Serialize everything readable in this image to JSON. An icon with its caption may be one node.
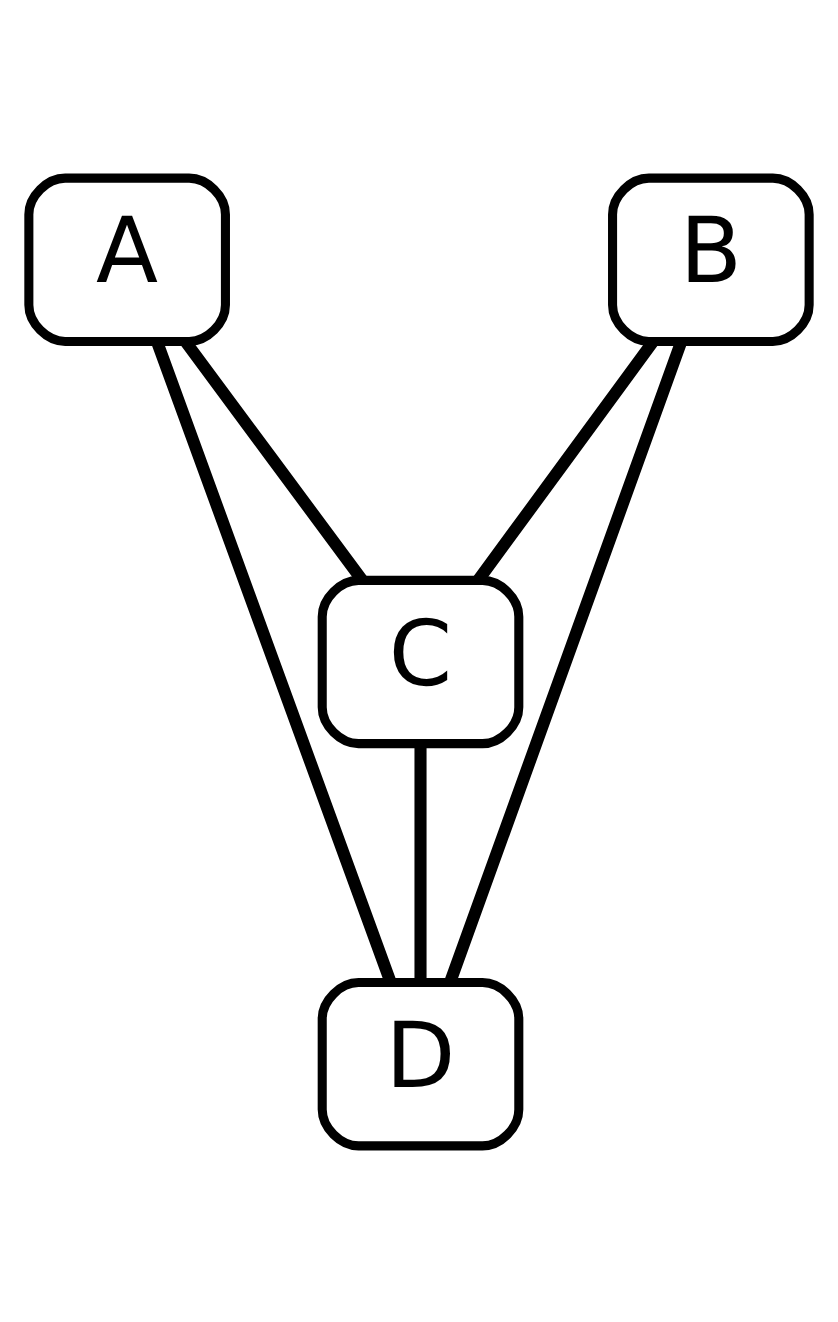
{
  "diagram": {
    "nodes": [
      {
        "text": [
          "A"
        ]
      },
      {
        "text": [
          "B"
        ]
      },
      {
        "text": [
          "C"
        ]
      },
      {
        "text": [
          "D"
        ]
      }
    ],
    "edges": [
      {
        "from": 0,
        "to": 2,
        "arrow": "none"
      },
      {
        "from": 1,
        "to": 2,
        "arrow": "none"
      },
      {
        "from": 0,
        "to": 3,
        "arrow": "none"
      },
      {
        "from": 1,
        "to": 3,
        "arrow": "none"
      },
      {
        "from": 2,
        "to": 3,
        "arrow": "none"
      }
    ]
  }
}
